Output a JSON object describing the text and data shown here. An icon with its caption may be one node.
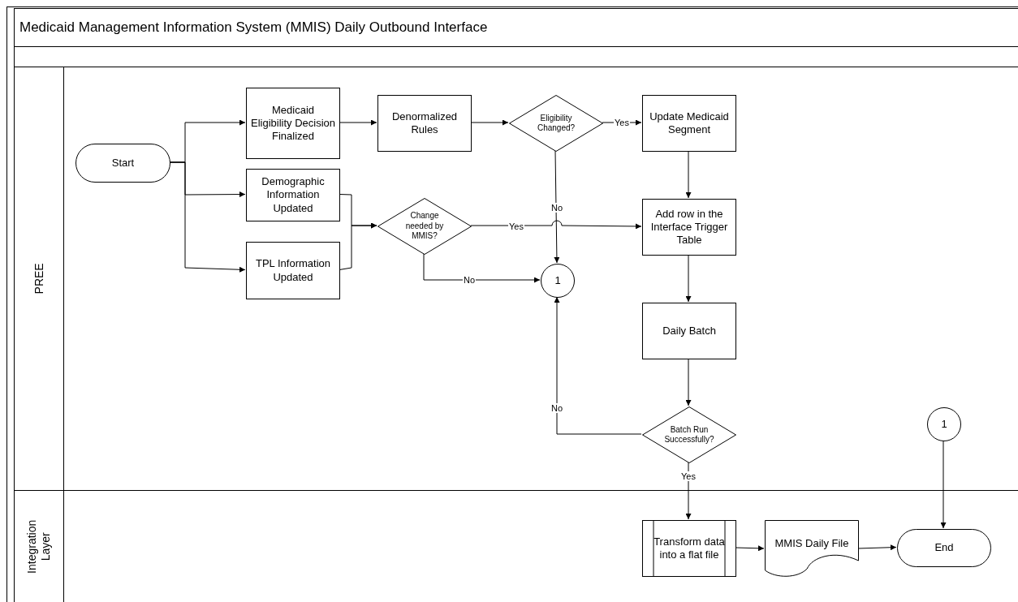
{
  "diagram": {
    "title": "Medicaid Management Information System (MMIS) Daily Outbound Interface",
    "nodes": [
      {
        "text": [
          "PREE"
        ]
      },
      {
        "text": [
          "Integration Layer"
        ]
      },
      {
        "text": [
          "Start"
        ],
        "in": 0
      },
      {
        "text": [
          "Medicaid Eligibility Decision Finalized"
        ],
        "in": 0
      },
      {
        "text": [
          "Demographic Information Updated"
        ],
        "in": 0
      },
      {
        "text": [
          "TPL Information Updated"
        ],
        "in": 0
      },
      {
        "text": [
          "Denormalized Rules"
        ],
        "in": 0
      },
      {
        "text": [
          "Eligibility Changed?"
        ],
        "in": 0
      },
      {
        "text": [
          "Update Medicaid Segment"
        ],
        "in": 0
      },
      {
        "text": [
          "Change needed by MMIS?"
        ],
        "in": 0
      },
      {
        "text": [
          "Add row in the Interface Trigger Table"
        ],
        "in": 0
      },
      {
        "text": [
          "1"
        ],
        "in": 0
      },
      {
        "text": [
          "Daily Batch"
        ],
        "in": 0
      },
      {
        "text": [
          "Batch Run Successfully?"
        ],
        "in": 0
      },
      {
        "text": [
          "1"
        ],
        "in": 0
      },
      {
        "text": [
          "Transform data into a flat file"
        ],
        "in": 1
      },
      {
        "text": [
          "MMIS Daily File"
        ],
        "in": 1
      },
      {
        "text": [
          "End"
        ],
        "in": 1
      }
    ],
    "edges": [
      {
        "from": 2,
        "to": 3,
        "arrow": "to"
      },
      {
        "from": 2,
        "to": 4,
        "arrow": "to"
      },
      {
        "from": 2,
        "to": 5,
        "arrow": "to"
      },
      {
        "from": 3,
        "to": 6,
        "arrow": "to"
      },
      {
        "from": 6,
        "to": 7,
        "arrow": "to"
      },
      {
        "from": 7,
        "to": 8,
        "arrow": "to",
        "label": "Yes"
      },
      {
        "from": 7,
        "to": 11,
        "arrow": "to",
        "label": "No"
      },
      {
        "from": 4,
        "to": 9,
        "arrow": "to"
      },
      {
        "from": 5,
        "to": 9,
        "arrow": "to"
      },
      {
        "from": 9,
        "to": 10,
        "arrow": "to",
        "label": "Yes"
      },
      {
        "from": 9,
        "to": 11,
        "arrow": "to",
        "label": "No"
      },
      {
        "from": 8,
        "to": 10,
        "arrow": "to"
      },
      {
        "from": 10,
        "to": 12,
        "arrow": "to"
      },
      {
        "from": 12,
        "to": 13,
        "arrow": "to"
      },
      {
        "from": 13,
        "to": 11,
        "arrow": "to",
        "label": "No"
      },
      {
        "from": 13,
        "to": 15,
        "arrow": "to",
        "label": "Yes"
      },
      {
        "from": 15,
        "to": 16,
        "arrow": "to"
      },
      {
        "from": 16,
        "to": 17,
        "arrow": "to"
      },
      {
        "from": 14,
        "to": 17,
        "arrow": "to"
      }
    ]
  }
}
